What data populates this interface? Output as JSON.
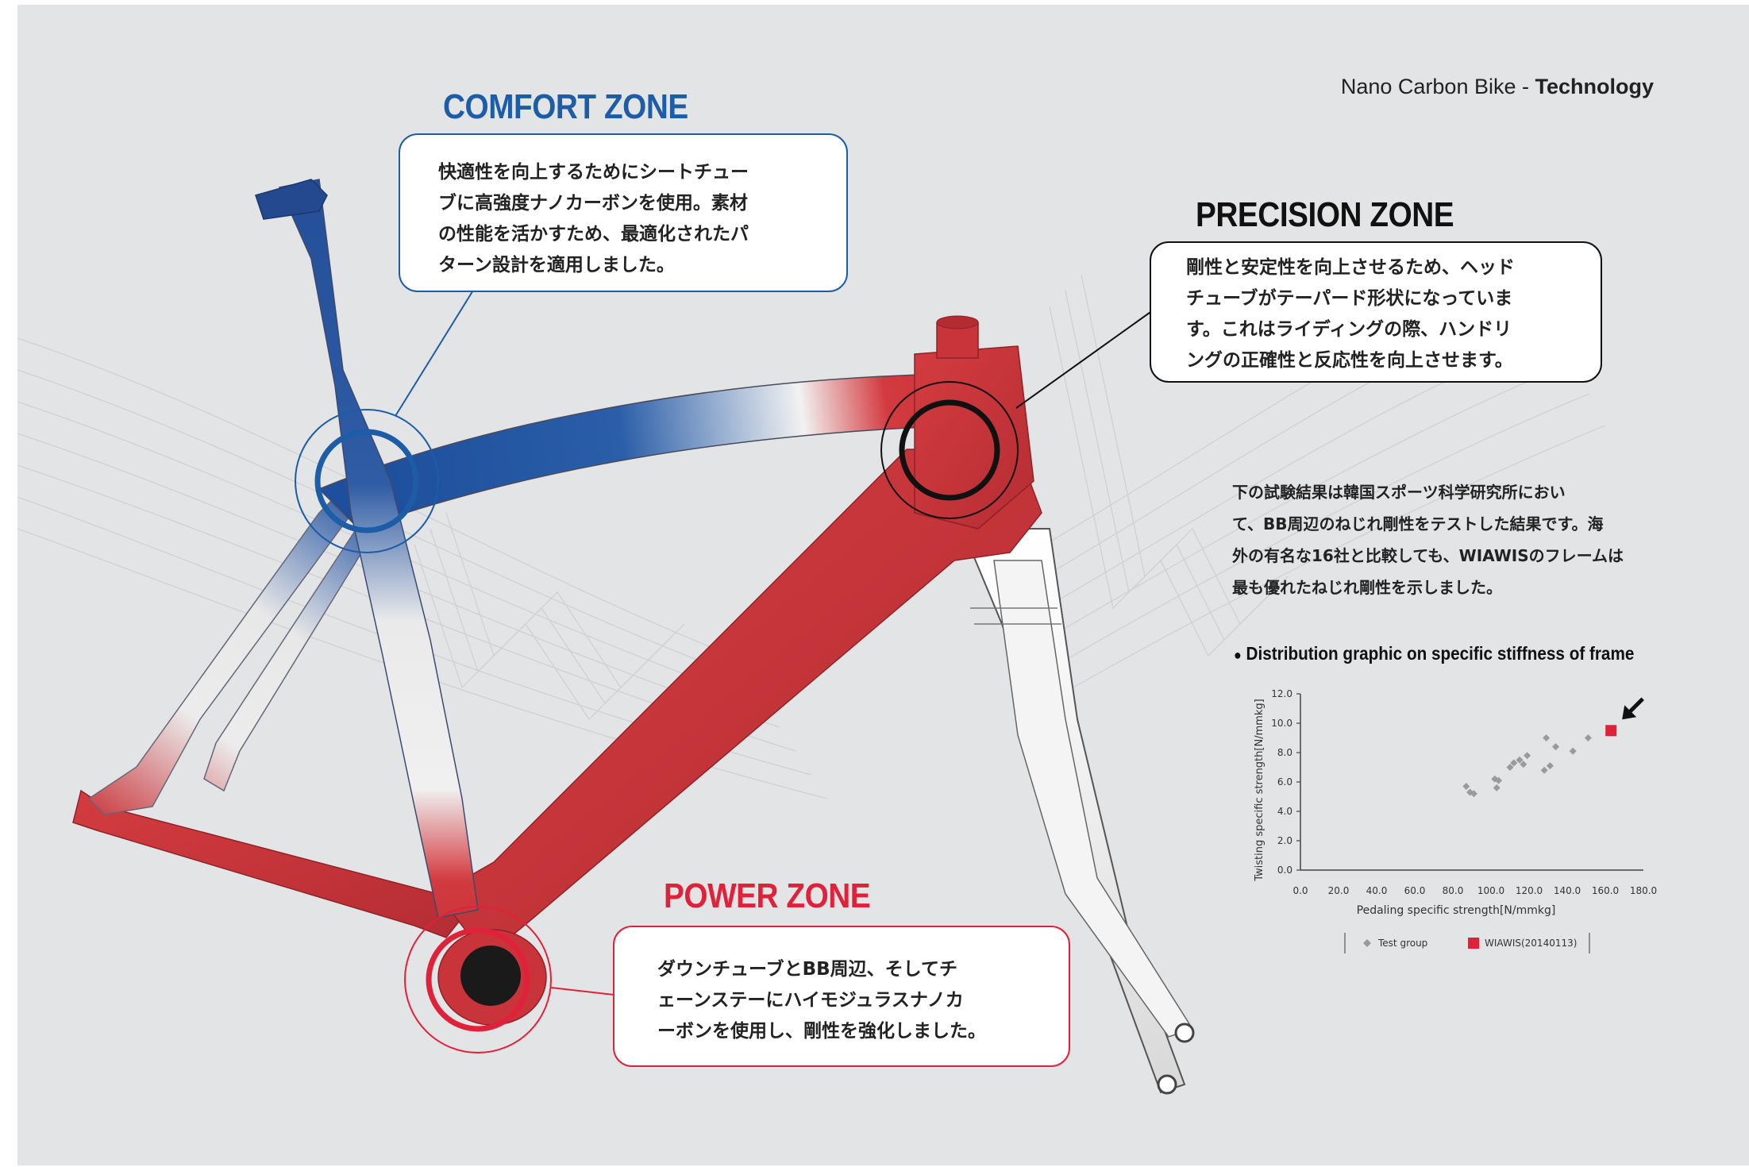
{
  "header": {
    "brand_text": "Nano Carbon Bike - ",
    "section_text": "Technology"
  },
  "comfort_zone": {
    "title": "COMFORT ZONE",
    "lines": [
      "快適性を向上するためにシートチュー",
      "ブに高強度ナノカーボンを使用。素材",
      "の性能を活かすため、最適化されたパ",
      "ターン設計を適用しました。"
    ],
    "color": "#1d5ca6"
  },
  "precision_zone": {
    "title": "PRECISION ZONE",
    "lines": [
      "剛性と安定性を向上させるため、ヘッド",
      "チューブがテーパード形状になっていま",
      "す。これはライディングの際、ハンドリ",
      "ングの正確性と反応性を向上させます。"
    ],
    "color": "#111111"
  },
  "power_zone": {
    "title": "POWER ZONE",
    "lines": [
      "ダウンチューブとBB周辺、そしてチ",
      "ェーンステーにハイモジュラスナノカ",
      "ーボンを使用し、剛性を強化しました。"
    ],
    "color": "#e0213a"
  },
  "description": {
    "lines": [
      "下の試験結果は韓国スポーツ科学研究所におい",
      "て、BB周辺のねじれ剛性をテストした結果です。海",
      "外の有名な16社と比較しても、WIAWISのフレームは",
      "最も優れたねじれ剛性を示しました。"
    ]
  },
  "chart_data": {
    "type": "scatter",
    "title": "Distribution graphic on specific stiffness of frame",
    "xlabel": "Pedaling specific strength[N/mmkg]",
    "ylabel": "Twisting specific strength[N/mmkg]",
    "xlim": [
      0,
      180
    ],
    "ylim": [
      0,
      12
    ],
    "x_ticks": [
      "0.0",
      "20.0",
      "40.0",
      "60.0",
      "80.0",
      "100.0",
      "120.0",
      "140.0",
      "160.0",
      "180.0"
    ],
    "y_ticks": [
      "0.0",
      "2.0",
      "4.0",
      "6.0",
      "8.0",
      "10.0",
      "12.0"
    ],
    "grid": false,
    "legend_position": "bottom",
    "series": [
      {
        "name": "Test group",
        "marker": "diamond",
        "color": "#9a9a9a",
        "points": [
          [
            87,
            5.7
          ],
          [
            89,
            5.3
          ],
          [
            91,
            5.2
          ],
          [
            102,
            6.2
          ],
          [
            103,
            5.6
          ],
          [
            104,
            6.1
          ],
          [
            110,
            7.0
          ],
          [
            112,
            7.3
          ],
          [
            115,
            7.5
          ],
          [
            117,
            7.2
          ],
          [
            119,
            7.8
          ],
          [
            128,
            6.8
          ],
          [
            129,
            9.0
          ],
          [
            131,
            7.1
          ],
          [
            134,
            8.4
          ],
          [
            143,
            8.1
          ],
          [
            151,
            9.0
          ]
        ]
      },
      {
        "name": "WIAWIS(20140113)",
        "marker": "square",
        "color": "#e0213a",
        "points": [
          [
            163,
            9.5
          ]
        ]
      }
    ]
  }
}
